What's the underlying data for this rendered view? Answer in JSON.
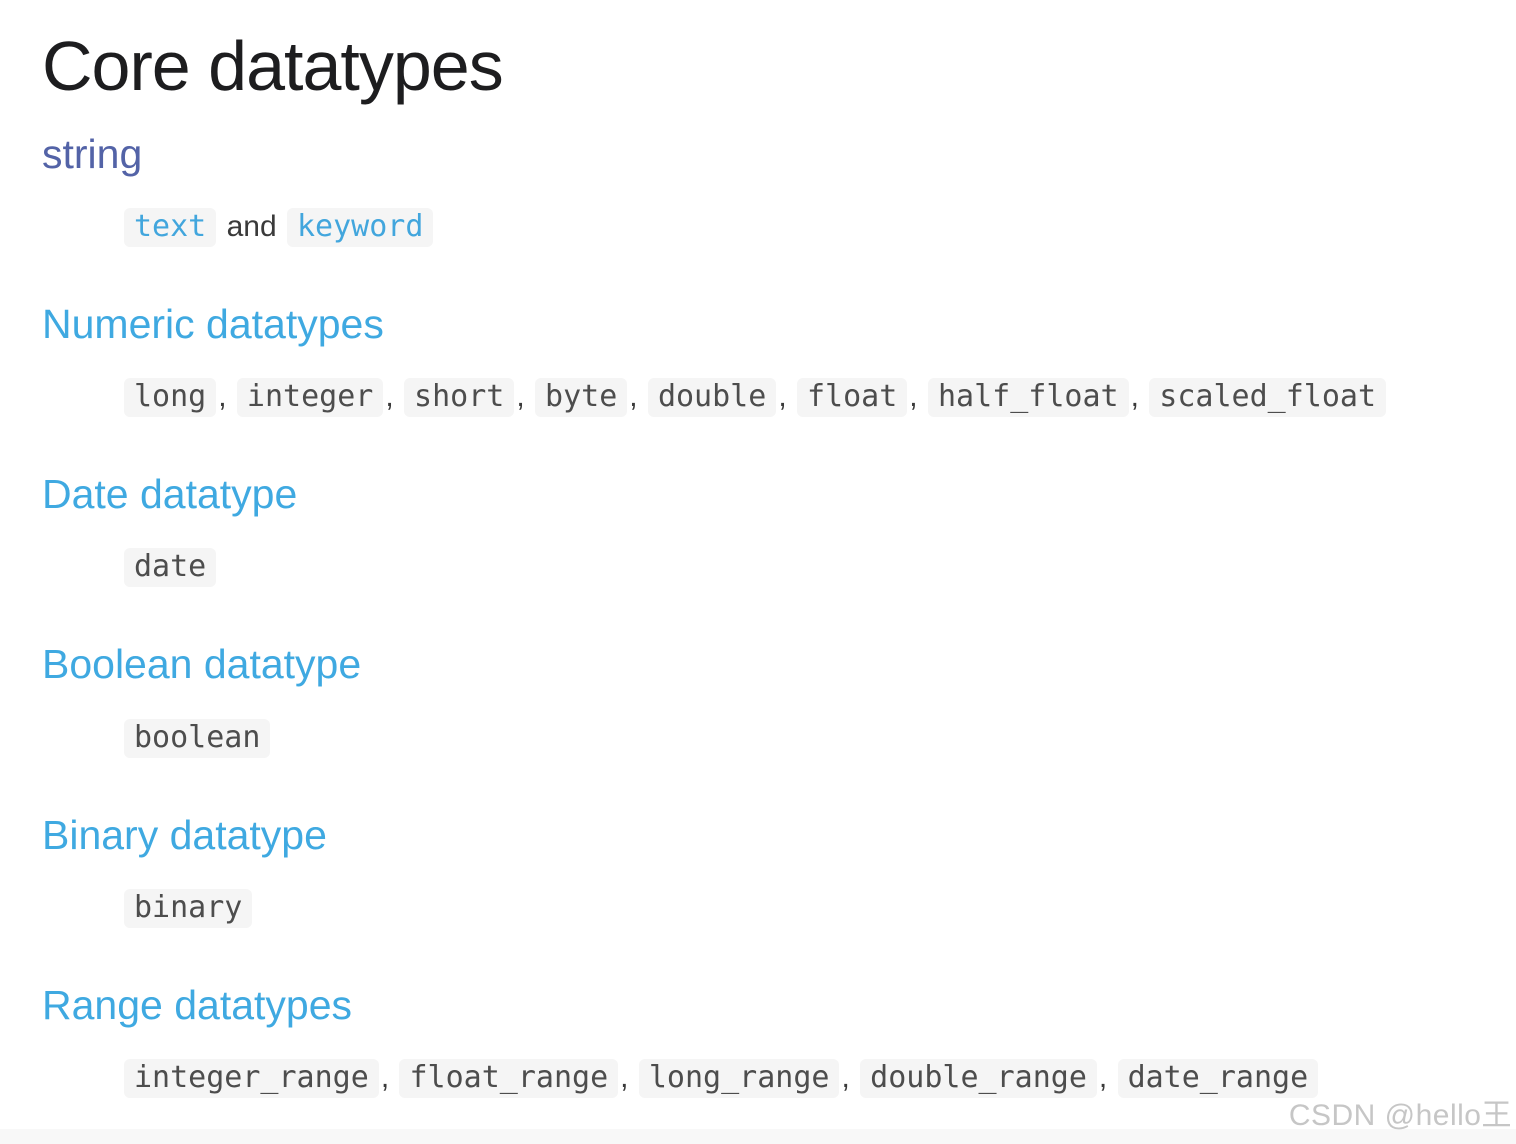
{
  "colors": {
    "title_text": "#1d1d1f",
    "body_text": "#3a3a3a",
    "heading_link": "#3fa9e1",
    "heading_visited": "#5363a7",
    "code_text": "#4d4d4d",
    "code_link": "#42a6dd",
    "code_bg": "#f5f5f5",
    "watermark": "#c6c6c6",
    "band": "#f8f8f8"
  },
  "page": {
    "title": "Core datatypes",
    "watermark": "CSDN @hello王",
    "sections": [
      {
        "id": "string",
        "heading": "string",
        "heading_style": "visited",
        "tokens": [
          {
            "type": "code_link",
            "text": "text"
          },
          {
            "type": "plain",
            "text": " and "
          },
          {
            "type": "code_link",
            "text": "keyword"
          }
        ]
      },
      {
        "id": "numeric-datatypes",
        "heading": "Numeric datatypes",
        "heading_style": "link",
        "tokens": [
          {
            "type": "code",
            "text": "long"
          },
          {
            "type": "plain",
            "text": ", "
          },
          {
            "type": "code",
            "text": "integer"
          },
          {
            "type": "plain",
            "text": ", "
          },
          {
            "type": "code",
            "text": "short"
          },
          {
            "type": "plain",
            "text": ", "
          },
          {
            "type": "code",
            "text": "byte"
          },
          {
            "type": "plain",
            "text": ", "
          },
          {
            "type": "code",
            "text": "double"
          },
          {
            "type": "plain",
            "text": ", "
          },
          {
            "type": "code",
            "text": "float"
          },
          {
            "type": "plain",
            "text": ", "
          },
          {
            "type": "code",
            "text": "half_float"
          },
          {
            "type": "plain",
            "text": ", "
          },
          {
            "type": "code",
            "text": "scaled_float"
          }
        ]
      },
      {
        "id": "date-datatype",
        "heading": "Date datatype",
        "heading_style": "link",
        "tokens": [
          {
            "type": "code",
            "text": "date"
          }
        ]
      },
      {
        "id": "boolean-datatype",
        "heading": "Boolean datatype",
        "heading_style": "link",
        "tokens": [
          {
            "type": "code",
            "text": "boolean"
          }
        ]
      },
      {
        "id": "binary-datatype",
        "heading": "Binary datatype",
        "heading_style": "link",
        "tokens": [
          {
            "type": "code",
            "text": "binary"
          }
        ]
      },
      {
        "id": "range-datatypes",
        "heading": "Range datatypes",
        "heading_style": "link",
        "tokens": [
          {
            "type": "code",
            "text": "integer_range"
          },
          {
            "type": "plain",
            "text": ", "
          },
          {
            "type": "code",
            "text": "float_range"
          },
          {
            "type": "plain",
            "text": ", "
          },
          {
            "type": "code",
            "text": "long_range"
          },
          {
            "type": "plain",
            "text": ", "
          },
          {
            "type": "code",
            "text": "double_range"
          },
          {
            "type": "plain",
            "text": ", "
          },
          {
            "type": "code",
            "text": "date_range"
          }
        ]
      }
    ]
  }
}
